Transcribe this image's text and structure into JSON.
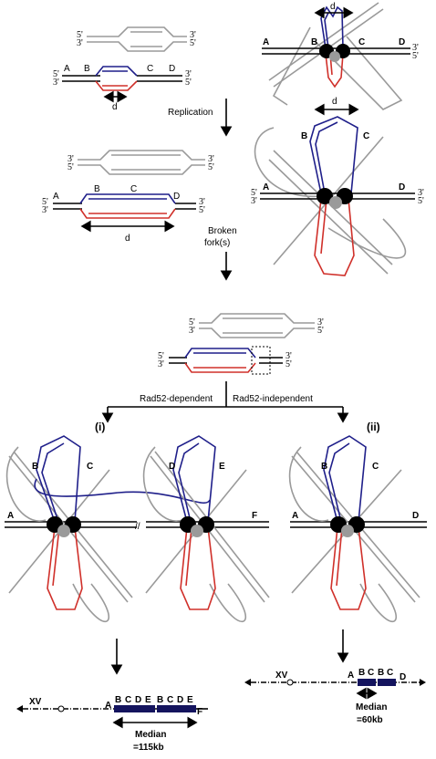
{
  "labels": {
    "five_prime": "5'",
    "three_prime": "3'",
    "A": "A",
    "B": "B",
    "C": "C",
    "D": "D",
    "E": "E",
    "F": "F",
    "d": "d",
    "replication": "Replication",
    "broken_forks": "Broken",
    "broken_forks2": "fork(s)",
    "rad52_dependent": "Rad52-dependent",
    "rad52_independent": "Rad52-independent",
    "path_i": "(i)",
    "path_ii": "(ii)",
    "xv": "XV",
    "median_label": "Median",
    "median_left": "=115kb",
    "median_right": "=60kb"
  },
  "colors": {
    "grey_strand": "#9a9a9a",
    "blue_strand": "#1f1f8a",
    "red_strand": "#d0302a",
    "dark_block": "#14145e"
  }
}
